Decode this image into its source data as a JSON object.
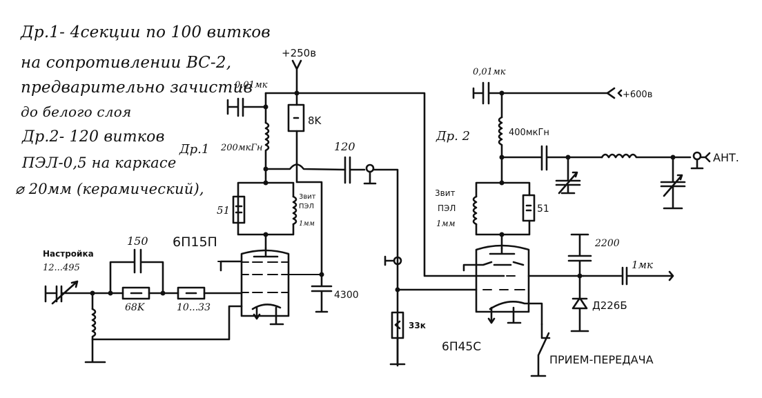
{
  "notes": {
    "line1": "Др.1- 4секции по 100 витков",
    "line2": "на сопротивлении ВС-2,",
    "line3": "предварительно зачистив",
    "line4": "до белого слоя",
    "line5": "Др.2- 120 витков",
    "line6": "ПЭЛ-0,5 на каркасе",
    "line7": "⌀ 20мм (керамический),"
  },
  "labels": {
    "supply_250": "+250в",
    "supply_600": "+600в",
    "c_001_left": "0,01мк",
    "c_001_right": "0,01мк",
    "r_8k": "8K",
    "dr1": "Др.1",
    "dr1_value": "200мкГн",
    "c_120": "120",
    "r_51_left": "51",
    "coil_left": [
      "3вит",
      "ПЭЛ",
      "1мм"
    ],
    "tube1": "6П15П",
    "c_150": "150",
    "tuning": "Настройка",
    "tuning_range": "12...495",
    "r_68k": "68K",
    "r_10_33": "10...33",
    "c_4300": "4300",
    "r_33k": "33к",
    "dr2": "Др. 2",
    "dr2_value": "400мкГн",
    "coil_right": [
      "3вит",
      "ПЭЛ",
      "1мм"
    ],
    "r_51_right": "51",
    "c_2200": "2200",
    "c_1mk": "1мк",
    "diode": "Д226Б",
    "tube2": "6П45С",
    "switch": "ПРИЕМ-ПЕРЕДАЧА",
    "antenna": "АНТ."
  }
}
